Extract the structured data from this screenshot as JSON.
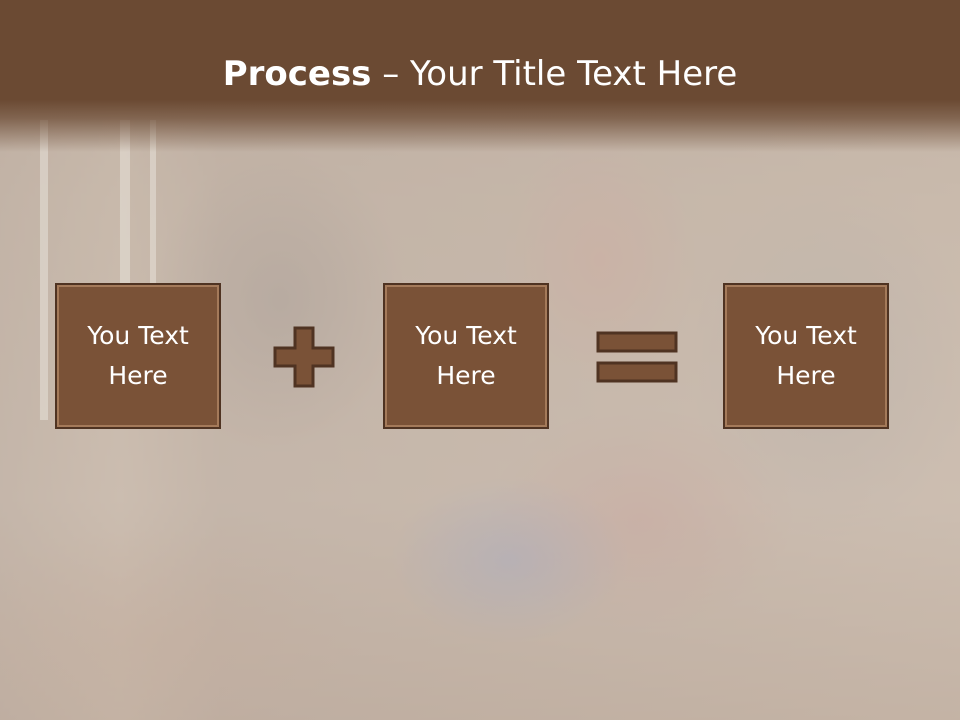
{
  "title": {
    "bold": "Process",
    "rest": " – Your Title Text Here"
  },
  "process": {
    "step1": "You Text Here",
    "step2": "You Text Here",
    "result": "You Text Here",
    "operator1_icon": "plus-icon",
    "operator2_icon": "equals-icon"
  },
  "colors": {
    "title_bar": "#6b4a33",
    "box_fill": "#7a5237",
    "box_border": "#4f3322",
    "text": "#ffffff"
  }
}
